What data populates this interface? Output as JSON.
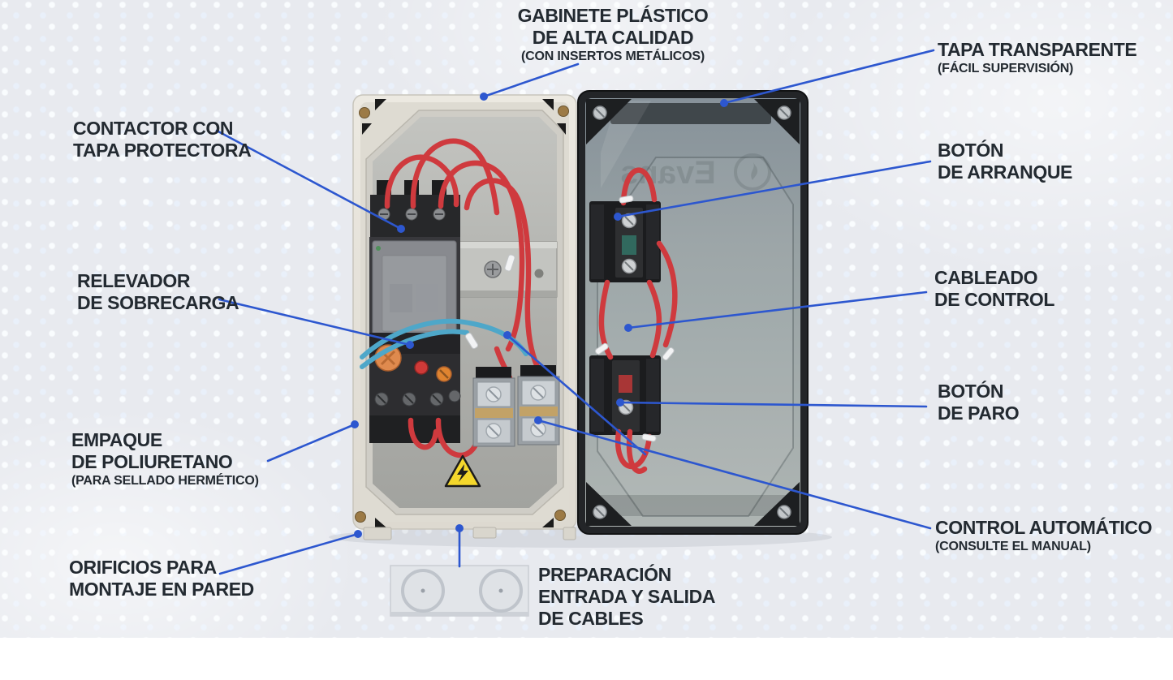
{
  "labels": {
    "gabinete": {
      "line1": "GABINETE PLÁSTICO",
      "line2": "DE ALTA CALIDAD",
      "note": "(CON INSERTOS METÁLICOS)"
    },
    "tapa": {
      "line1": "TAPA TRANSPARENTE",
      "note": "(FÁCIL SUPERVISIÓN)"
    },
    "contactor": {
      "line1": "CONTACTOR CON",
      "line2": "TAPA PROTECTORA"
    },
    "arranque": {
      "line1": "BOTÓN",
      "line2": "DE ARRANQUE"
    },
    "relevador": {
      "line1": "RELEVADOR",
      "line2": "DE SOBRECARGA"
    },
    "cableado": {
      "line1": "CABLEADO",
      "line2": "DE CONTROL"
    },
    "paro": {
      "line1": "BOTÓN",
      "line2": "DE PARO"
    },
    "empaque": {
      "line1": "EMPAQUE",
      "line2": "DE POLIURETANO",
      "note": "(PARA SELLADO HERMÉTICO)"
    },
    "orificios": {
      "line1": "ORIFICIOS PARA",
      "line2": "MONTAJE EN PARED"
    },
    "control": {
      "line1": "CONTROL AUTOMÁTICO",
      "note": "(CONSULTE EL MANUAL)"
    },
    "preparacion": {
      "line1": "PREPARACIÓN",
      "line2": "ENTRADA Y SALIDA",
      "line3": "DE CABLES"
    }
  },
  "watermark": "Evans",
  "colors": {
    "accent_line": "#2d57cf",
    "label_text": "#232a31",
    "wire_red": "#cf3a3e",
    "wire_blue": "#4ea7c9",
    "warning_yellow": "#f4d72c",
    "box_beige": "#e7e4dc",
    "cover_dark": "#232528"
  }
}
